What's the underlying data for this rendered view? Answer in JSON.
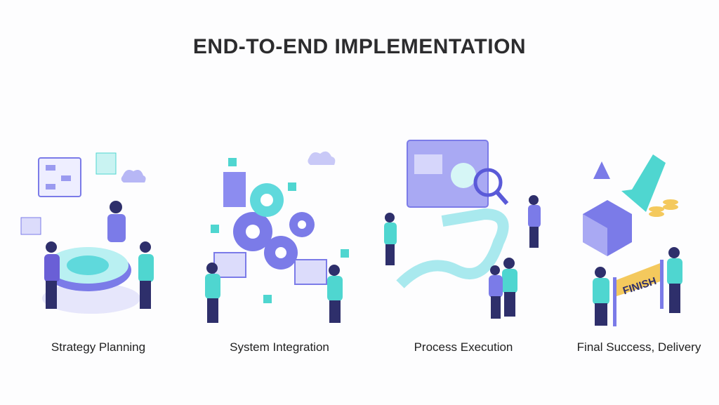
{
  "title": "END-TO-END IMPLEMENTATION",
  "stages": [
    {
      "label": "Strategy Planning",
      "icon": "strategy-planning-illustration"
    },
    {
      "label": "System Integration",
      "icon": "system-integration-illustration"
    },
    {
      "label": "Process Execution",
      "icon": "process-execution-illustration"
    },
    {
      "label": "Final Success, Delivery",
      "icon": "finish-line-illustration",
      "banner_text": "FINISH"
    }
  ],
  "colors": {
    "purple": "#6e6ee6",
    "teal": "#4fd6d0",
    "navy": "#2e2f6b",
    "gold": "#f4c95d"
  }
}
